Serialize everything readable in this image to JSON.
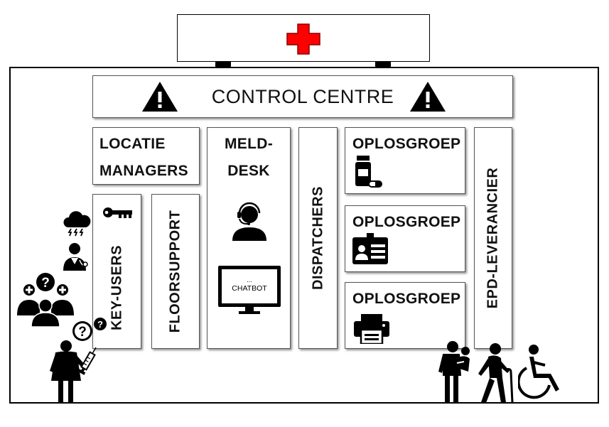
{
  "control_centre": {
    "title": "CONTROL CENTRE"
  },
  "boxes": {
    "locatie_managers": {
      "line1": "LOCATIE",
      "line2": "MANAGERS"
    },
    "meld_desk": {
      "line1": "MELD-",
      "line2": "DESK"
    },
    "key_users": {
      "label": "KEY-USERS"
    },
    "floorsupport": {
      "label": "FLOORSUPPORT"
    },
    "dispatchers": {
      "label": "DISPATCHERS"
    },
    "epd": {
      "label": "EPD-LEVERANCIER"
    },
    "oplosgroep_1": {
      "label": "OPLOSGROEP"
    },
    "oplosgroep_2": {
      "label": "OPLOSGROEP"
    },
    "oplosgroep_3": {
      "label": "OPLOSGROEP"
    }
  },
  "chatbot": {
    "dots": "...",
    "label": "CHATBOT"
  },
  "colors": {
    "cross": "#ff0000",
    "outline": "#000000",
    "icon": "#000000"
  }
}
